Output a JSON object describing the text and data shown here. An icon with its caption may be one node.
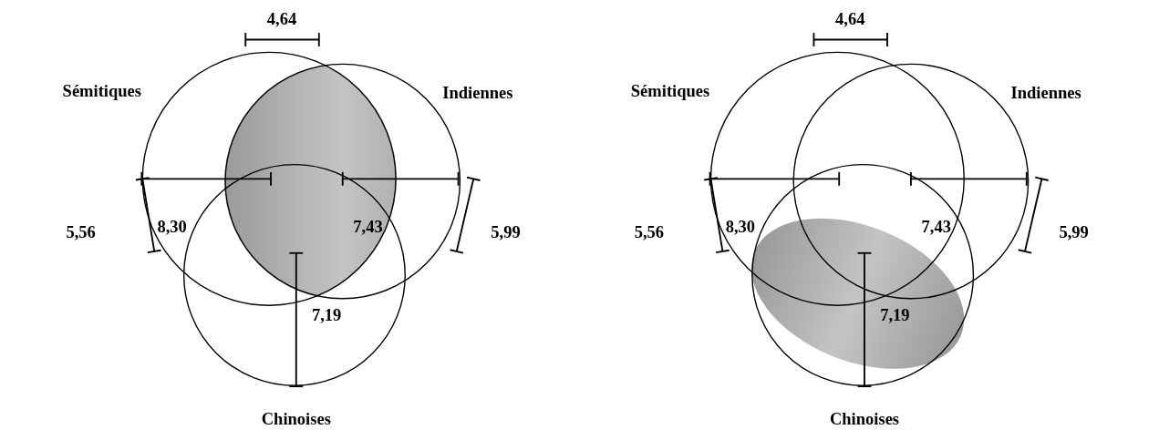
{
  "diagram": {
    "nodes": [
      {
        "text": [
          "Sémitiques"
        ]
      },
      {
        "text": [
          "Indiennes"
        ]
      },
      {
        "text": [
          "Chinoises"
        ]
      },
      {
        "text": [
          "Sémitiques"
        ]
      },
      {
        "text": [
          "Indiennes"
        ]
      },
      {
        "text": [
          "Chinoises"
        ]
      }
    ],
    "labels": [
      "4,64",
      "5,56",
      "8,30",
      "7,43",
      "5,99",
      "7,19",
      "4,64",
      "5,56",
      "8,30",
      "7,43",
      "5,99",
      "7,19"
    ]
  }
}
